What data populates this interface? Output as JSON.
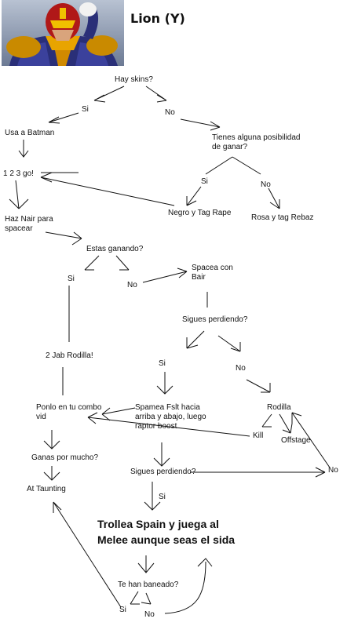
{
  "title": "Lion (Y)",
  "portrait_icon": "captain-falcon-portrait-icon",
  "colors": {
    "ink": "#111111",
    "background": "#ffffff"
  },
  "nodes": {
    "hay_skins": "Hay skins?",
    "si_1": "Si",
    "no_1": "No",
    "usa_batman": "Usa a Batman",
    "tienes_posibilidad": "Tienes alguna posibilidad\nde ganar?",
    "one_two_three_go": "1 2 3 go!",
    "si_2": "Si",
    "no_2": "No",
    "negro_tag_rape": "Negro y Tag Rape",
    "rosa_tag_rebaz": "Rosa y tag Rebaz",
    "haz_nair": "Haz Nair para\nspacear",
    "estas_ganando": "Estas ganando?",
    "si_3": "Si",
    "no_3": "No",
    "spacea_bair": "Spacea con\nBair",
    "sigues_perdiendo_1": "Sigues perdiendo?",
    "two_jab_rodilla": "2 Jab  Rodilla!",
    "si_4": "Si",
    "no_4": "No",
    "ponlo_combo": "Ponlo en tu combo\nvid",
    "spamea_fslt": "Spamea Fslt hacia\narriba y abajo, luego\nraptor boost",
    "rodilla": "Rodilla",
    "kill": "Kill",
    "offstage": "Offstage",
    "ganas_por_mucho": "Ganas por mucho?",
    "sigues_perdiendo_2": "Sigues perdiendo?",
    "no_5": "No",
    "at_taunting": "At Taunting",
    "si_5": "Si",
    "trollea_spain": "Trollea Spain y juega al\nMelee aunque seas el sida",
    "te_han_baneado": "Te han baneado?",
    "si_6": "Si",
    "no_6": "No"
  }
}
